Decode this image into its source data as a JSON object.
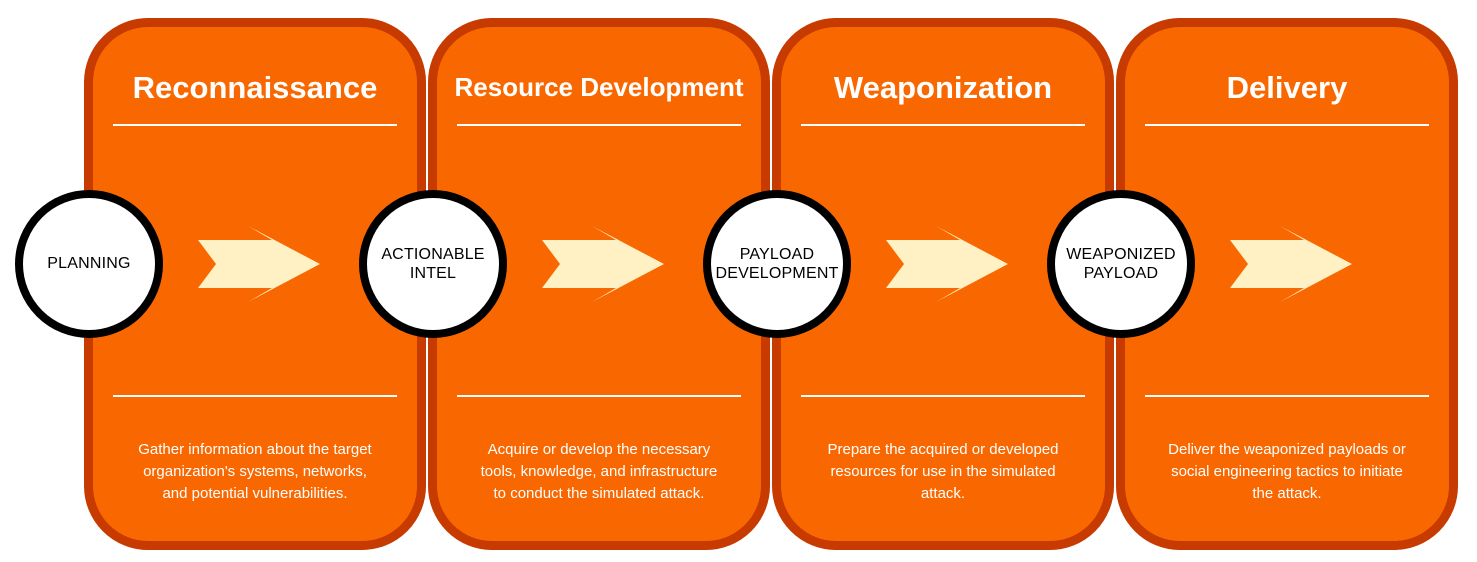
{
  "stages": [
    {
      "title": "Reconnaissance",
      "description": [
        "Gather information about the target",
        "organization's systems, networks,",
        "and potential vulnerabilities."
      ]
    },
    {
      "title": "Resource Development",
      "description": [
        "Acquire or develop the necessary",
        "tools, knowledge, and infrastructure",
        "to conduct the simulated attack."
      ]
    },
    {
      "title": "Weaponization",
      "description": [
        "Prepare the acquired or developed",
        "resources for use in the simulated",
        "attack."
      ]
    },
    {
      "title": "Delivery",
      "description": [
        "Deliver the weaponized payloads or",
        "social engineering tactics to initiate",
        "the attack."
      ]
    }
  ],
  "milestones": [
    {
      "lines": [
        "PLANNING"
      ]
    },
    {
      "lines": [
        "ACTIONABLE",
        "INTEL"
      ]
    },
    {
      "lines": [
        "PAYLOAD",
        "DEVELOPMENT"
      ]
    },
    {
      "lines": [
        "WEAPONIZED",
        "PAYLOAD"
      ]
    }
  ],
  "colors": {
    "card_fill": "#f96700",
    "card_border": "#c73a00",
    "arrow_fill": "#fff1c4",
    "milestone_fill": "#ffffff",
    "milestone_border": "#000000"
  },
  "icons": {
    "flow_arrow": "chevron-arrow-right"
  }
}
